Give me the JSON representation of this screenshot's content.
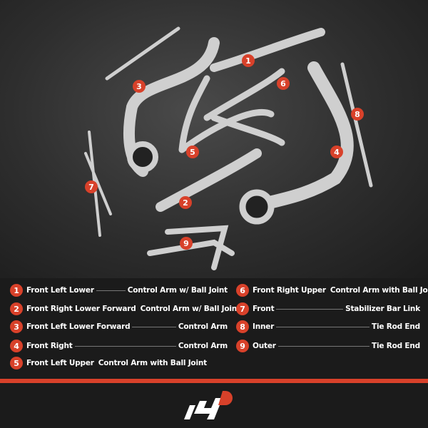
{
  "accent_color": "#d8412a",
  "parts": [
    {
      "num": "1",
      "left": "Front Left Lower",
      "right": "Control Arm w/ Ball Joint"
    },
    {
      "num": "2",
      "left": "Front Right Lower Forward",
      "right": "Control Arm w/ Ball Joint"
    },
    {
      "num": "3",
      "left": "Front Left Lower Forward",
      "right": "Control Arm"
    },
    {
      "num": "4",
      "left": "Front Right",
      "right": "Control Arm"
    },
    {
      "num": "5",
      "left": "Front Left Upper",
      "right": "Control Arm with Ball Joint"
    },
    {
      "num": "6",
      "left": "Front Right Upper",
      "right": "Control Arm with Ball Joint"
    },
    {
      "num": "7",
      "left": "Front",
      "right": "Stabilizer Bar Link"
    },
    {
      "num": "8",
      "left": "Inner",
      "right": "Tie Rod End"
    },
    {
      "num": "9",
      "left": "Outer",
      "right": "Tie Rod End"
    }
  ],
  "logo": {
    "text": "AP",
    "icon": "brand-logo"
  }
}
